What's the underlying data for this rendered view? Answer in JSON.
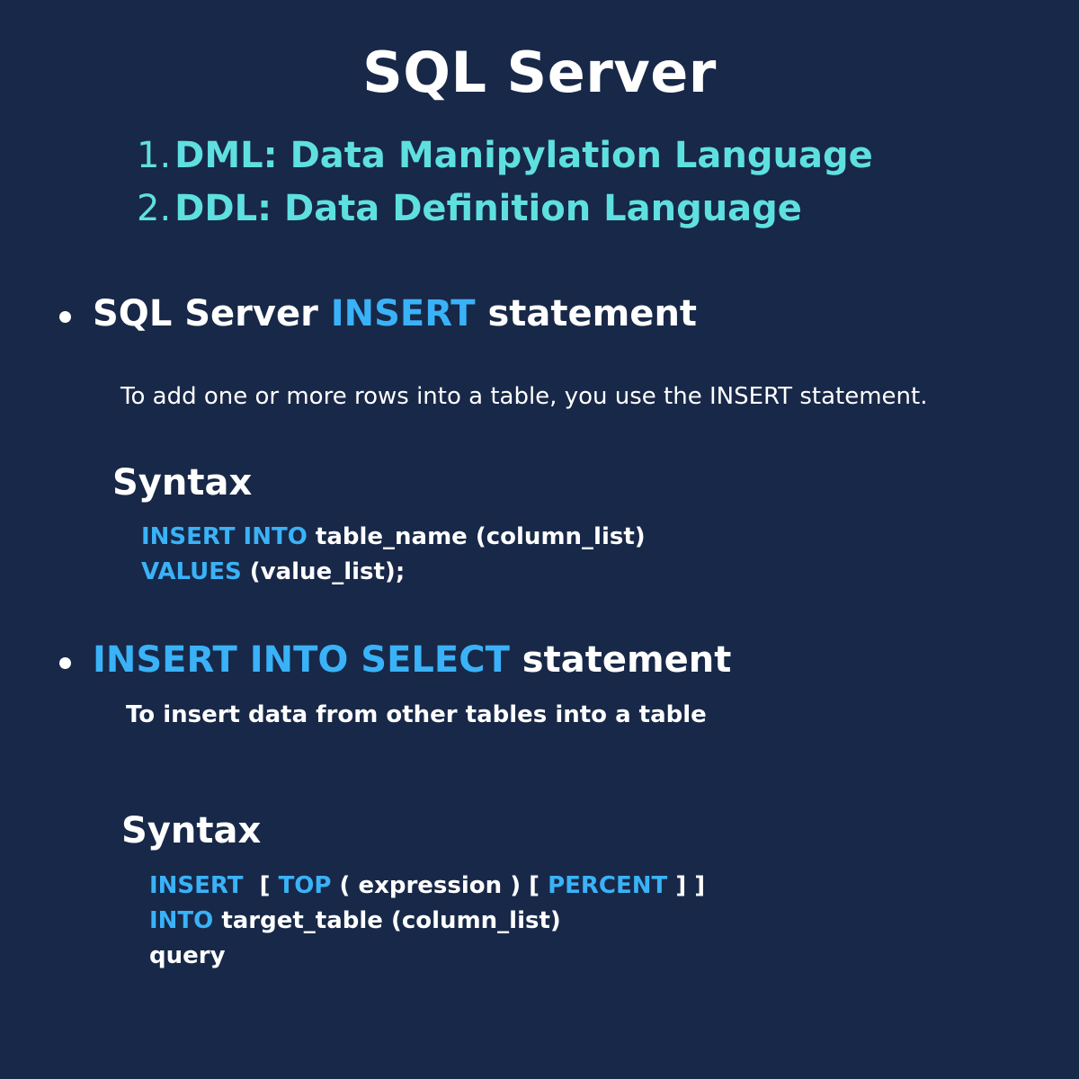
{
  "title": "SQL Server",
  "list": [
    {
      "number": "1.",
      "text": "DML: Data Manipylation Language"
    },
    {
      "number": "2.",
      "text": "DDL: Data Definition Language"
    }
  ],
  "section1": {
    "heading_pre": "SQL Server ",
    "heading_keyword": "INSERT",
    "heading_post": " statement",
    "description": "To add one or more rows into a table, you use the INSERT statement.",
    "syntax_label": "Syntax",
    "code": {
      "line1_kw": "INSERT INTO",
      "line1_rest": " table_name (column_list)",
      "line2_kw": "VALUES",
      "line2_rest": " (value_list);"
    }
  },
  "section2": {
    "heading_keyword": "INSERT INTO SELECT",
    "heading_post": " statement",
    "description": "To insert data from other tables into a table",
    "syntax_label": "Syntax",
    "code": {
      "line1_kw1": "INSERT",
      "line1_t1": "  [ ",
      "line1_kw2": "TOP",
      "line1_t2": " ( expression ) [ ",
      "line1_kw3": "PERCENT",
      "line1_t3": " ] ]",
      "line2_kw": "INTO",
      "line2_rest": " target_table (column_list)",
      "line3": "query"
    }
  },
  "colors": {
    "background": "#182848",
    "list_text": "#5fe0e0",
    "keyword": "#3ab2f8",
    "text": "#ffffff"
  }
}
